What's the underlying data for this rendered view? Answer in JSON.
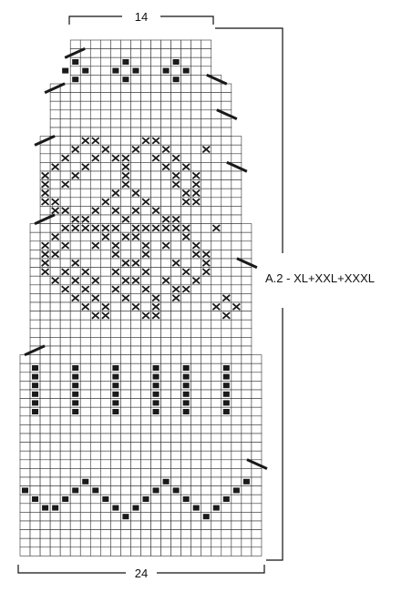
{
  "labels": {
    "top_width": "14",
    "bottom_width": "24",
    "side": "A.2 - XL+XXL+XXXL"
  },
  "colors": {
    "grid_line": "#333333",
    "symbol": "#1a1a1a",
    "background": "#ffffff"
  },
  "symbols": {
    "filled_square": "solid-square",
    "cross": "x-mark",
    "decrease": "slash-mark"
  },
  "chart": {
    "columns": 24,
    "rows": 59,
    "row_spans": [
      [
        5,
        18
      ],
      [
        5,
        18
      ],
      [
        5,
        18
      ],
      [
        5,
        18
      ],
      [
        5,
        19
      ],
      [
        3,
        20
      ],
      [
        3,
        20
      ],
      [
        3,
        20
      ],
      [
        3,
        20
      ],
      [
        3,
        20
      ],
      [
        3,
        20
      ],
      [
        2,
        21
      ],
      [
        2,
        21
      ],
      [
        2,
        21
      ],
      [
        2,
        21
      ],
      [
        2,
        21
      ],
      [
        2,
        21
      ],
      [
        2,
        21
      ],
      [
        2,
        21
      ],
      [
        2,
        21
      ],
      [
        2,
        21
      ],
      [
        1,
        22
      ],
      [
        1,
        22
      ],
      [
        1,
        22
      ],
      [
        1,
        22
      ],
      [
        1,
        22
      ],
      [
        1,
        22
      ],
      [
        1,
        22
      ],
      [
        1,
        22
      ],
      [
        1,
        22
      ],
      [
        1,
        22
      ],
      [
        1,
        22
      ],
      [
        1,
        22
      ],
      [
        1,
        22
      ],
      [
        1,
        22
      ],
      [
        1,
        22
      ],
      [
        0,
        23
      ],
      [
        0,
        23
      ],
      [
        0,
        23
      ],
      [
        0,
        23
      ],
      [
        0,
        23
      ],
      [
        0,
        23
      ],
      [
        0,
        23
      ],
      [
        0,
        23
      ],
      [
        0,
        23
      ],
      [
        0,
        23
      ],
      [
        0,
        23
      ],
      [
        0,
        23
      ],
      [
        0,
        23
      ],
      [
        0,
        23
      ],
      [
        0,
        23
      ],
      [
        0,
        23
      ],
      [
        0,
        23
      ],
      [
        0,
        23
      ],
      [
        0,
        23
      ],
      [
        0,
        23
      ],
      [
        0,
        23
      ],
      [
        0,
        23
      ],
      [
        0,
        23
      ]
    ],
    "filled_cells": [
      [
        2,
        5
      ],
      [
        2,
        10
      ],
      [
        2,
        15
      ],
      [
        3,
        4
      ],
      [
        3,
        6
      ],
      [
        3,
        9
      ],
      [
        3,
        11
      ],
      [
        3,
        14
      ],
      [
        3,
        16
      ],
      [
        4,
        5
      ],
      [
        4,
        10
      ],
      [
        4,
        15
      ],
      [
        37,
        1
      ],
      [
        37,
        5
      ],
      [
        37,
        9
      ],
      [
        37,
        13
      ],
      [
        37,
        16
      ],
      [
        37,
        20
      ],
      [
        38,
        1
      ],
      [
        38,
        5
      ],
      [
        38,
        9
      ],
      [
        38,
        13
      ],
      [
        38,
        16
      ],
      [
        38,
        20
      ],
      [
        39,
        1
      ],
      [
        39,
        5
      ],
      [
        39,
        9
      ],
      [
        39,
        13
      ],
      [
        39,
        16
      ],
      [
        39,
        20
      ],
      [
        40,
        1
      ],
      [
        40,
        5
      ],
      [
        40,
        9
      ],
      [
        40,
        13
      ],
      [
        40,
        16
      ],
      [
        40,
        20
      ],
      [
        41,
        1
      ],
      [
        41,
        5
      ],
      [
        41,
        9
      ],
      [
        41,
        13
      ],
      [
        41,
        16
      ],
      [
        41,
        20
      ],
      [
        42,
        1
      ],
      [
        42,
        5
      ],
      [
        42,
        9
      ],
      [
        42,
        13
      ],
      [
        42,
        16
      ],
      [
        42,
        20
      ],
      [
        50,
        6
      ],
      [
        50,
        14
      ],
      [
        50,
        22
      ],
      [
        51,
        0
      ],
      [
        51,
        5
      ],
      [
        51,
        7
      ],
      [
        51,
        13
      ],
      [
        51,
        15
      ],
      [
        51,
        21
      ],
      [
        52,
        1
      ],
      [
        52,
        4
      ],
      [
        52,
        8
      ],
      [
        52,
        12
      ],
      [
        52,
        16
      ],
      [
        52,
        20
      ],
      [
        53,
        2
      ],
      [
        53,
        3
      ],
      [
        53,
        9
      ],
      [
        53,
        11
      ],
      [
        53,
        17
      ],
      [
        53,
        19
      ],
      [
        54,
        10
      ],
      [
        54,
        18
      ]
    ],
    "cross_cells": [
      [
        11,
        6
      ],
      [
        11,
        7
      ],
      [
        11,
        12
      ],
      [
        11,
        13
      ],
      [
        12,
        5
      ],
      [
        12,
        8
      ],
      [
        12,
        11
      ],
      [
        12,
        14
      ],
      [
        12,
        18
      ],
      [
        13,
        4
      ],
      [
        13,
        7
      ],
      [
        13,
        9
      ],
      [
        13,
        10
      ],
      [
        13,
        13
      ],
      [
        13,
        15
      ],
      [
        14,
        3
      ],
      [
        14,
        6
      ],
      [
        14,
        10
      ],
      [
        14,
        14
      ],
      [
        14,
        16
      ],
      [
        15,
        2
      ],
      [
        15,
        5
      ],
      [
        15,
        10
      ],
      [
        15,
        15
      ],
      [
        15,
        17
      ],
      [
        16,
        2
      ],
      [
        16,
        4
      ],
      [
        16,
        10
      ],
      [
        16,
        15
      ],
      [
        16,
        17
      ],
      [
        17,
        2
      ],
      [
        17,
        9
      ],
      [
        17,
        11
      ],
      [
        17,
        16
      ],
      [
        17,
        17
      ],
      [
        18,
        2
      ],
      [
        18,
        3
      ],
      [
        18,
        8
      ],
      [
        18,
        12
      ],
      [
        18,
        16
      ],
      [
        18,
        17
      ],
      [
        19,
        3
      ],
      [
        19,
        4
      ],
      [
        19,
        7
      ],
      [
        19,
        9
      ],
      [
        19,
        11
      ],
      [
        19,
        13
      ],
      [
        20,
        5
      ],
      [
        20,
        6
      ],
      [
        20,
        10
      ],
      [
        20,
        14
      ],
      [
        20,
        15
      ],
      [
        21,
        4
      ],
      [
        21,
        5
      ],
      [
        21,
        6
      ],
      [
        21,
        7
      ],
      [
        21,
        8
      ],
      [
        21,
        9
      ],
      [
        21,
        11
      ],
      [
        21,
        12
      ],
      [
        21,
        13
      ],
      [
        21,
        14
      ],
      [
        21,
        15
      ],
      [
        21,
        16
      ],
      [
        21,
        19
      ],
      [
        22,
        3
      ],
      [
        22,
        8
      ],
      [
        22,
        10
      ],
      [
        22,
        11
      ],
      [
        22,
        16
      ],
      [
        23,
        2
      ],
      [
        23,
        4
      ],
      [
        23,
        7
      ],
      [
        23,
        9
      ],
      [
        23,
        12
      ],
      [
        23,
        14
      ],
      [
        23,
        17
      ],
      [
        24,
        2
      ],
      [
        24,
        3
      ],
      [
        24,
        9
      ],
      [
        24,
        12
      ],
      [
        24,
        17
      ],
      [
        24,
        18
      ],
      [
        25,
        2
      ],
      [
        25,
        5
      ],
      [
        25,
        10
      ],
      [
        25,
        11
      ],
      [
        25,
        15
      ],
      [
        25,
        18
      ],
      [
        26,
        2
      ],
      [
        26,
        4
      ],
      [
        26,
        6
      ],
      [
        26,
        9
      ],
      [
        26,
        12
      ],
      [
        26,
        16
      ],
      [
        26,
        18
      ],
      [
        27,
        3
      ],
      [
        27,
        5
      ],
      [
        27,
        7
      ],
      [
        27,
        10
      ],
      [
        27,
        11
      ],
      [
        27,
        14
      ],
      [
        27,
        17
      ],
      [
        28,
        4
      ],
      [
        28,
        6
      ],
      [
        28,
        9
      ],
      [
        28,
        12
      ],
      [
        28,
        15
      ],
      [
        28,
        16
      ],
      [
        29,
        5
      ],
      [
        29,
        7
      ],
      [
        29,
        10
      ],
      [
        29,
        13
      ],
      [
        29,
        15
      ],
      [
        29,
        20
      ],
      [
        30,
        6
      ],
      [
        30,
        8
      ],
      [
        30,
        11
      ],
      [
        30,
        13
      ],
      [
        30,
        19
      ],
      [
        30,
        21
      ],
      [
        31,
        7
      ],
      [
        31,
        8
      ],
      [
        31,
        12
      ],
      [
        31,
        13
      ],
      [
        31,
        20
      ]
    ],
    "decrease_marks": [
      {
        "row": 1,
        "side": "left"
      },
      {
        "row": 4,
        "side": "right"
      },
      {
        "row": 5,
        "side": "left"
      },
      {
        "row": 8,
        "side": "right"
      },
      {
        "row": 11,
        "side": "left"
      },
      {
        "row": 14,
        "side": "right"
      },
      {
        "row": 20,
        "side": "left"
      },
      {
        "row": 25,
        "side": "right"
      },
      {
        "row": 35,
        "side": "left"
      },
      {
        "row": 48,
        "side": "right"
      }
    ]
  }
}
